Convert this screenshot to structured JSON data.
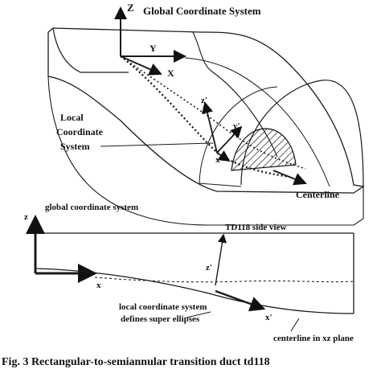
{
  "top_diagram": {
    "axis_z": "Z",
    "title": "Global Coordinate System",
    "axis_y": "Y",
    "axis_x": "X",
    "local_system_label": [
      "Local",
      "Coordinate",
      "System"
    ],
    "local_z": "z'",
    "local_y": "y'",
    "local_x": "x'",
    "centerline_label": "Centerline"
  },
  "bottom_diagram": {
    "axis_z": "z",
    "title": "global coordinate system",
    "axis_x": "x",
    "side_view_label": "TD118 side view",
    "local_z": "z'",
    "local_x": "x'",
    "local_system_label": [
      "local coordinate system",
      "defines super ellipses"
    ],
    "centerline_label": "centerline in xz plane"
  },
  "caption": "Fig. 3   Rectangular-to-semiannular transition duct td118"
}
